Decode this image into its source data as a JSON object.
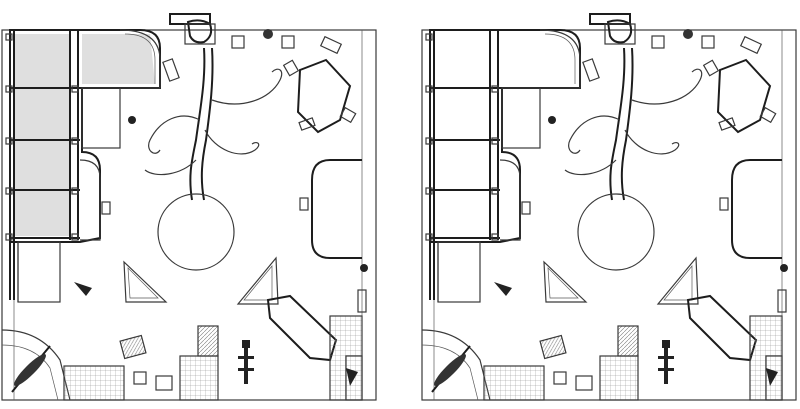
{
  "figure": {
    "panels": [
      {
        "variant": "shaded",
        "description_name": "plan-left",
        "fill": "#d9d9d9",
        "stroke": "#2f2f2f"
      },
      {
        "variant": "outline",
        "description_name": "plan-right",
        "fill": "#ffffff",
        "stroke": "#2f2f2f"
      }
    ],
    "colors": {
      "ink": "#222222",
      "mid": "#555555",
      "light": "#9a9a9a",
      "shade": "#d6d6d6",
      "paper": "#ffffff"
    },
    "elements": [
      "stair-block",
      "curved-stair",
      "terrace-wall",
      "tree-sculpture",
      "circular-plaza",
      "triangle-planter",
      "sculpture-figure",
      "dark-column",
      "bench-pair",
      "debris-pile"
    ]
  }
}
